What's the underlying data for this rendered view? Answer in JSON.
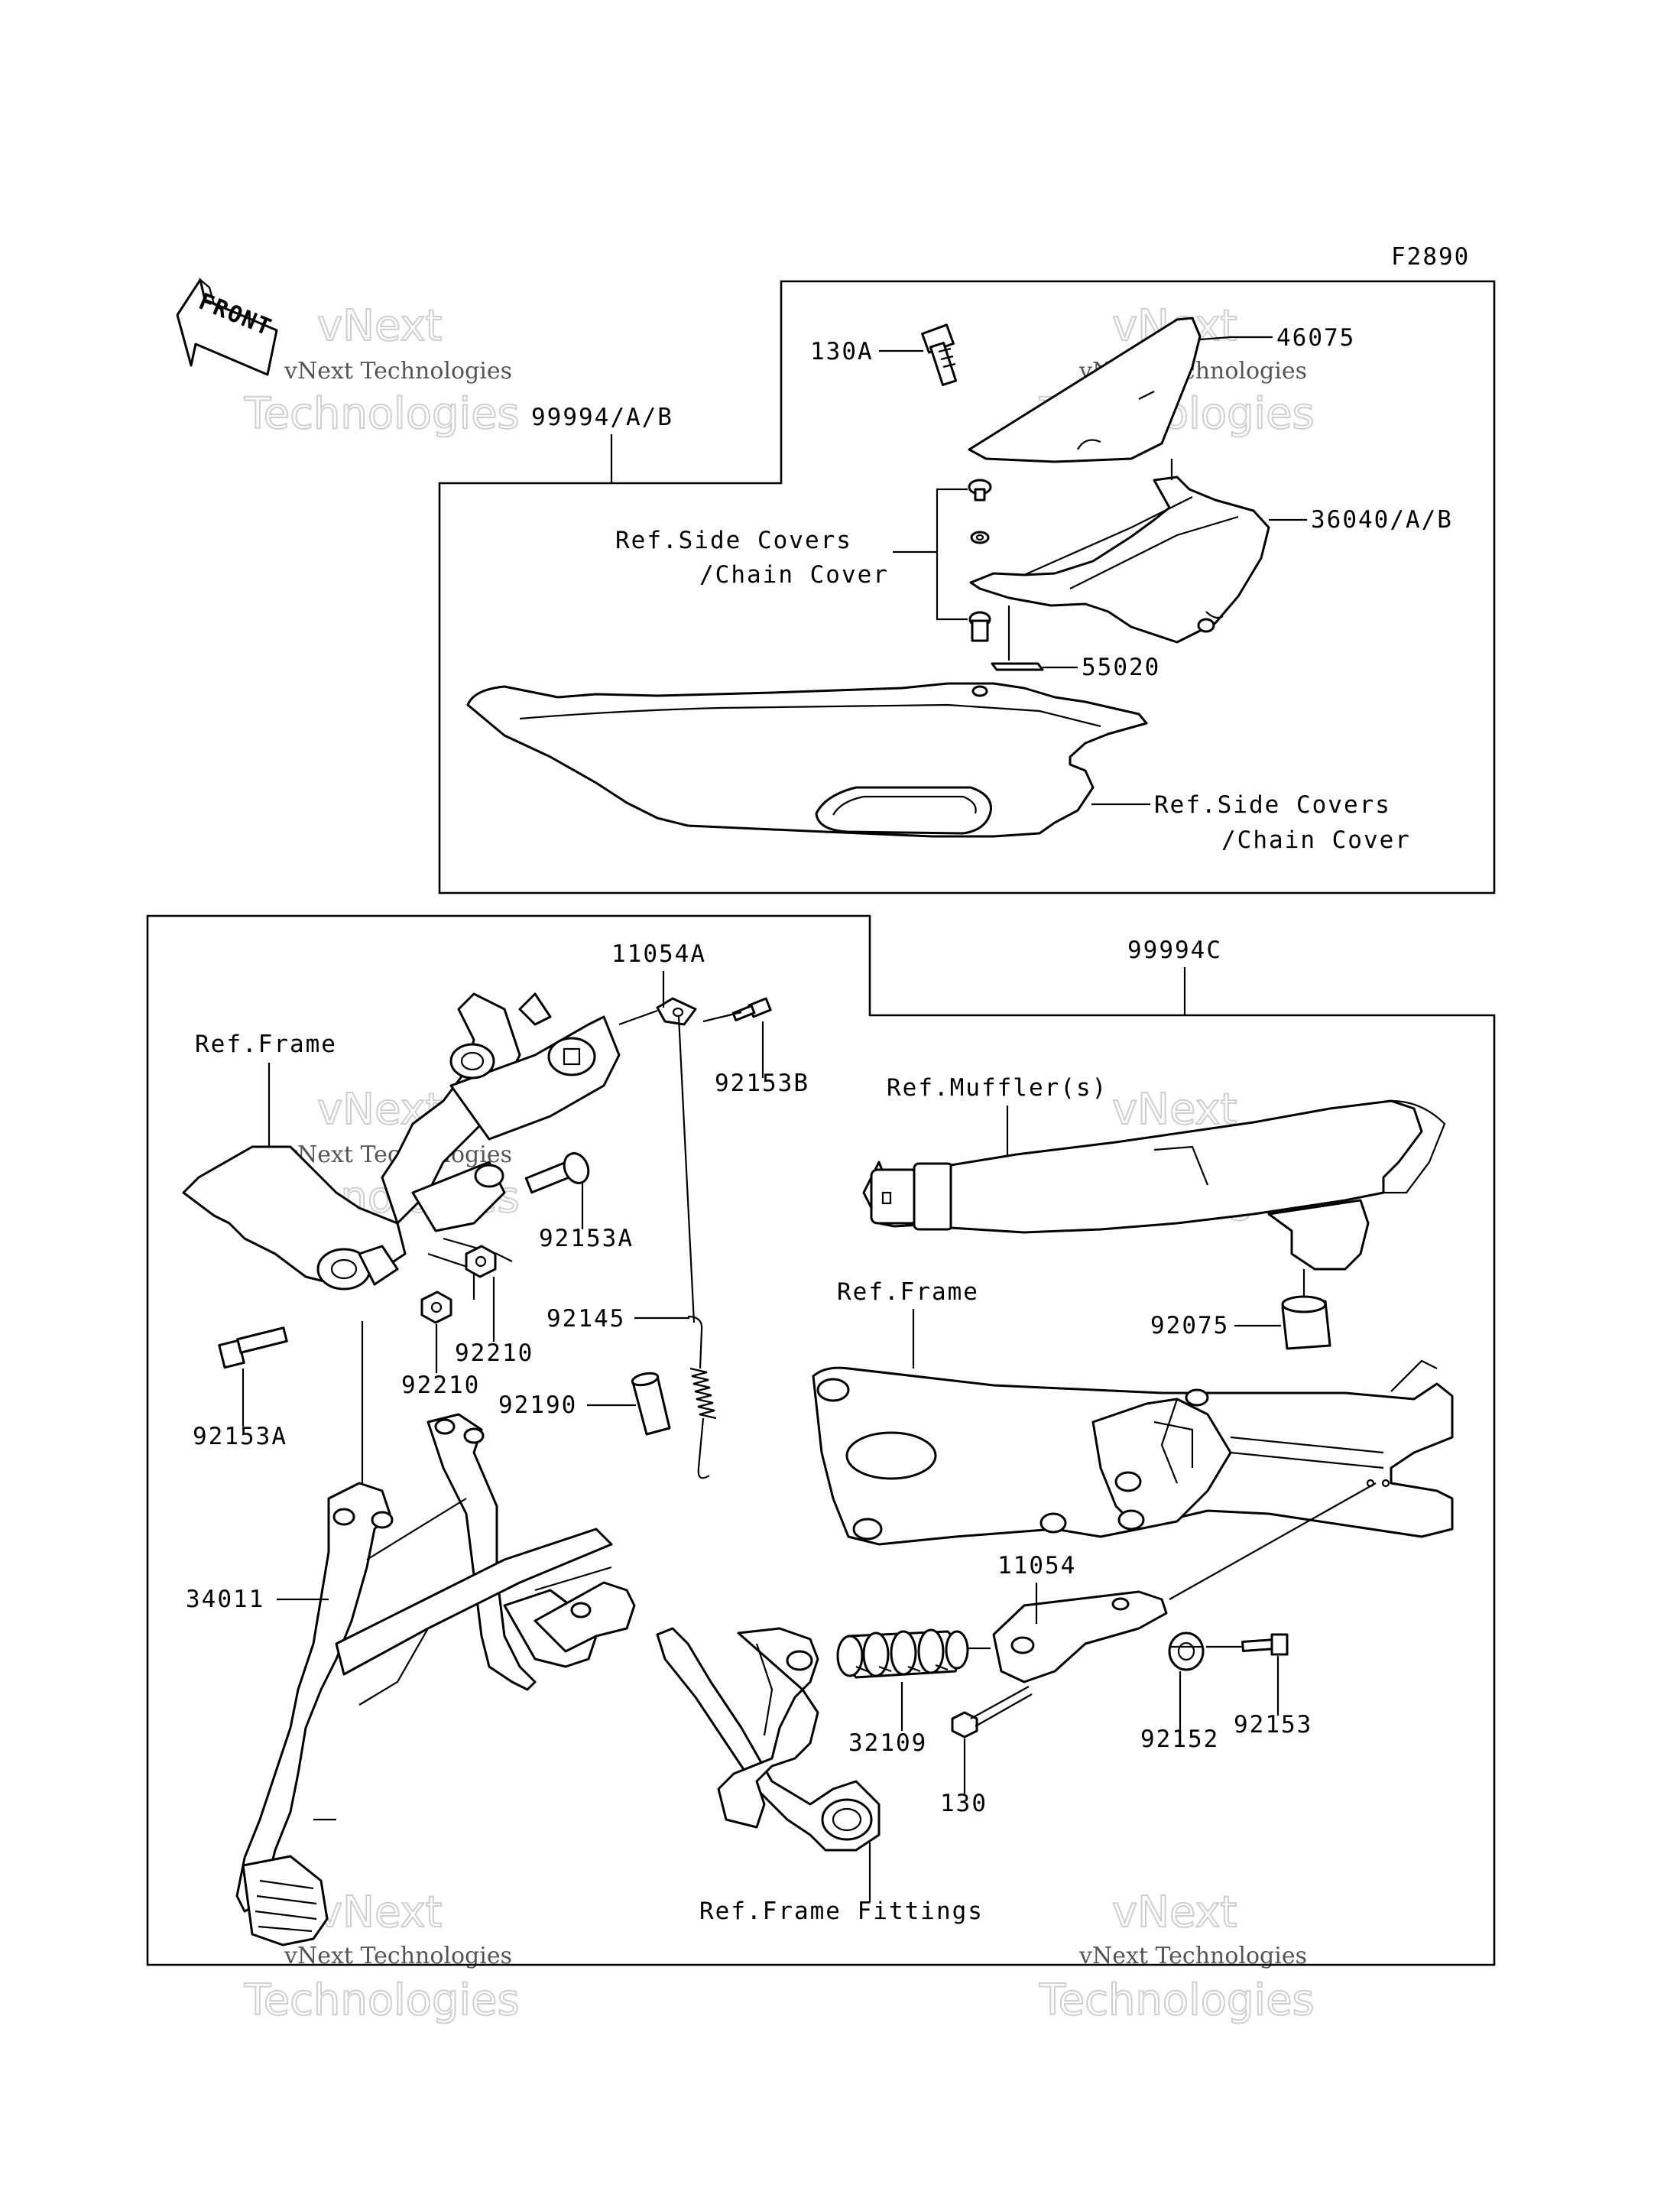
{
  "figure_code": "F2890",
  "front_marker": "FRONT",
  "watermark": {
    "line1": "vNext",
    "line2": "Technologies",
    "small": "vNext Technologies"
  },
  "upper_group": {
    "kit_label": "99994/A/B",
    "parts": {
      "bolt": "130A",
      "guard": "46075",
      "ref_side_covers_1": "Ref.Side Covers",
      "ref_chain_cover_1": "/Chain Cover",
      "cover": "36040/A/B",
      "pad": "55020",
      "ref_side_covers_2": "Ref.Side Covers",
      "ref_chain_cover_2": "/Chain Cover"
    }
  },
  "lower_group": {
    "kit_label": "99994C",
    "parts": {
      "bracket_11054A": "11054A",
      "ref_frame_left": "Ref.Frame",
      "bolt_92153B": "92153B",
      "bolt_92153A_top": "92153A",
      "nut_92210_right": "92210",
      "nut_92210_left": "92210",
      "spring_92145": "92145",
      "collar_92190": "92190",
      "bolt_92153A_bottom": "92153A",
      "stand_34011": "34011",
      "ref_muffler": "Ref.Muffler(s)",
      "ref_frame_right": "Ref.Frame",
      "damper_92075": "92075",
      "bracket_11054": "11054",
      "damper_32109": "32109",
      "bolt_130": "130",
      "washer_92152": "92152",
      "bolt_92153": "92153",
      "ref_frame_fittings": "Ref.Frame Fittings"
    }
  }
}
